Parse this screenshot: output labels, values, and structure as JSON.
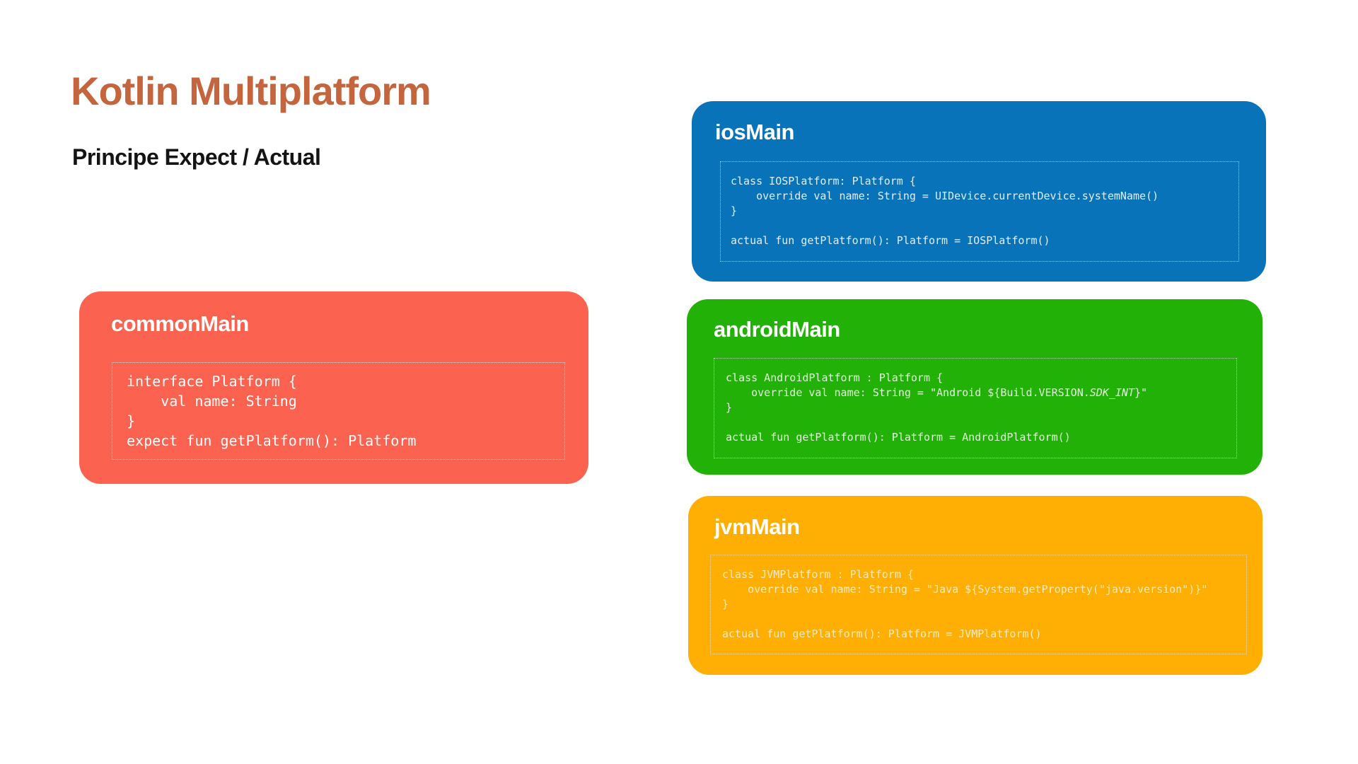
{
  "header": {
    "title": "Kotlin Multiplatform",
    "subtitle": "Principe Expect / Actual",
    "title_color": "#c5653e",
    "subtitle_color": "#141414"
  },
  "boxes": [
    {
      "id": "commonMain",
      "label": "commonMain",
      "color": "#fb6350",
      "code_color": "#ffffff",
      "border_color": "rgba(255,255,255,0.7)",
      "code": [
        [
          {
            "text": "interface Platform {"
          }
        ],
        [
          {
            "text": "    val name: String"
          }
        ],
        [
          {
            "text": "}"
          }
        ],
        [
          {
            "text": "expect fun getPlatform(): Platform"
          }
        ]
      ]
    },
    {
      "id": "iosMain",
      "label": "iosMain",
      "color": "#0973ba",
      "code_color": "rgba(255,255,255,0.88)",
      "border_color": "rgba(255,255,255,0.6)",
      "code": [
        [
          {
            "text": "class IOSPlatform: Platform {"
          }
        ],
        [
          {
            "text": "    override val name: String = UIDevice.currentDevice.systemName()"
          }
        ],
        [
          {
            "text": "}"
          }
        ],
        [],
        [
          {
            "text": "actual fun getPlatform(): Platform = IOSPlatform()"
          }
        ]
      ]
    },
    {
      "id": "androidMain",
      "label": "androidMain",
      "color": "#22b107",
      "code_color": "rgba(255,255,255,0.88)",
      "border_color": "rgba(255,255,255,0.6)",
      "code": [
        [
          {
            "text": "class AndroidPlatform : Platform {"
          }
        ],
        [
          {
            "text": "    override val name: String = \"Android ${Build.VERSION."
          },
          {
            "text": "SDK_INT",
            "italic": true
          },
          {
            "text": "}\""
          }
        ],
        [
          {
            "text": "}"
          }
        ],
        [],
        [
          {
            "text": "actual fun getPlatform(): Platform = AndroidPlatform()"
          }
        ]
      ]
    },
    {
      "id": "jvmMain",
      "label": "jvmMain",
      "color": "#ffaf04",
      "code_color": "rgba(255,255,255,0.75)",
      "border_color": "rgba(255,255,255,0.45)",
      "code": [
        [
          {
            "text": "class JVMPlatform : Platform {"
          }
        ],
        [
          {
            "text": "    override val name: String = \"Java ${System.getProperty(\"java.version\")}\""
          }
        ],
        [
          {
            "text": "}"
          }
        ],
        [],
        [
          {
            "text": "actual fun getPlatform(): Platform = JVMPlatform()"
          }
        ]
      ]
    }
  ]
}
